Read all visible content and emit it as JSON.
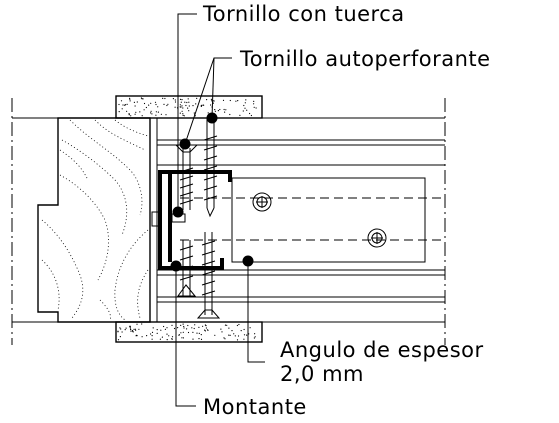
{
  "labels": {
    "bolt_nut": "Tornillo con tuerca",
    "self_drilling_screw": "Tornillo autoperforante",
    "angle_line1": "Angulo de espesor",
    "angle_line2": "2,0 mm",
    "stud": "Montante"
  }
}
